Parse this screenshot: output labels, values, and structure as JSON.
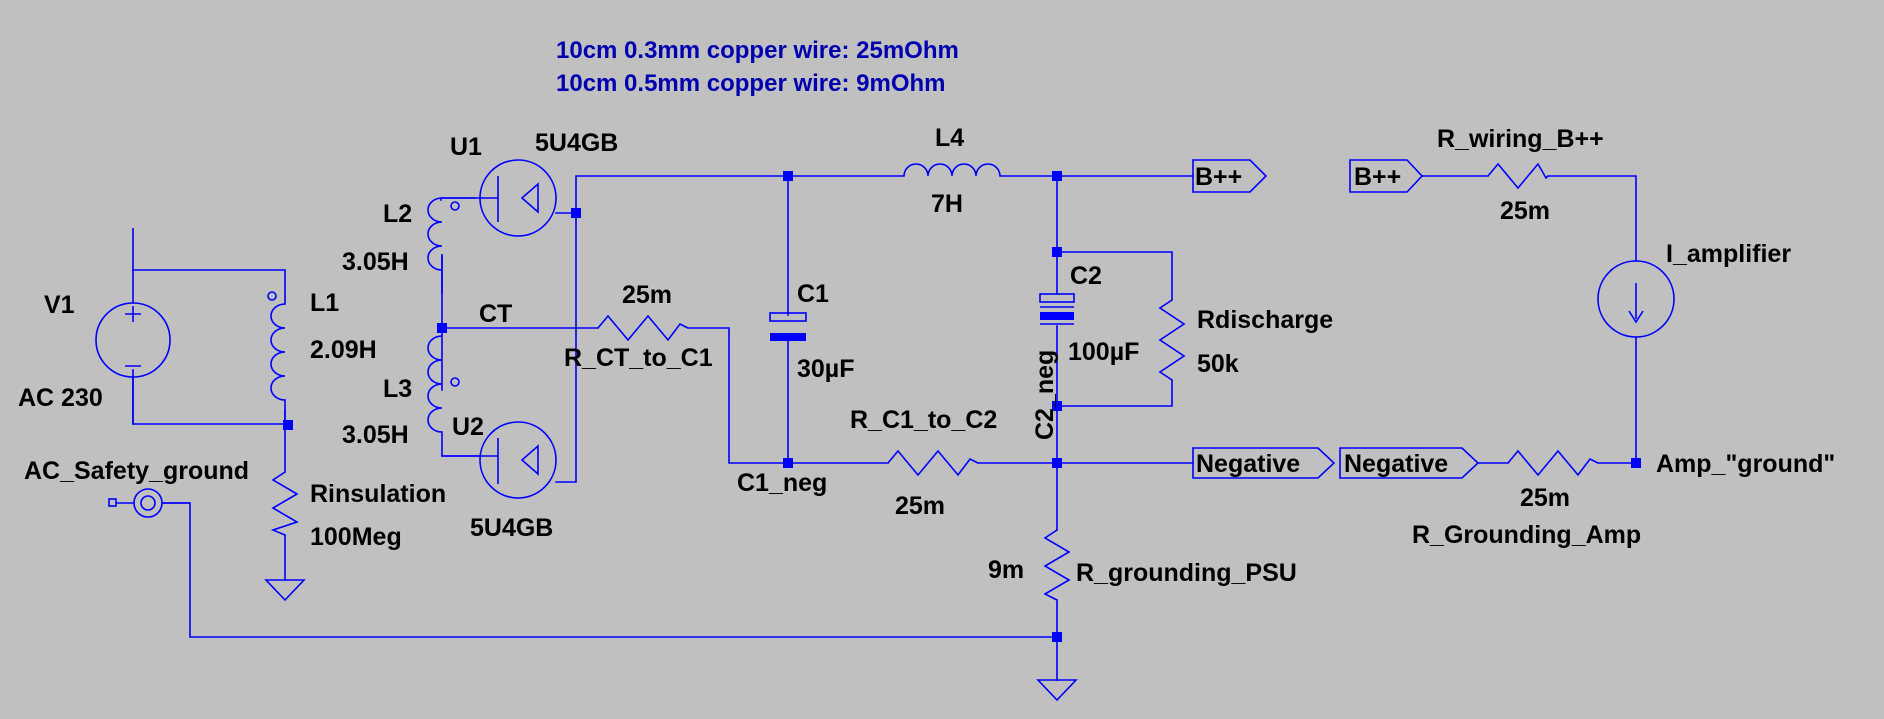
{
  "notes": {
    "line1": "10cm 0.3mm copper wire: 25mOhm",
    "line2": "10cm 0.5mm copper wire: 9mOhm"
  },
  "components": {
    "v1": {
      "name": "V1",
      "value": "AC 230"
    },
    "l1": {
      "name": "L1",
      "value": "2.09H"
    },
    "l2": {
      "name": "L2",
      "value": "3.05H"
    },
    "l3": {
      "name": "L3",
      "value": "3.05H"
    },
    "u1": {
      "name": "U1",
      "value": "5U4GB"
    },
    "u2": {
      "name": "U2",
      "value": "5U4GB"
    },
    "l4": {
      "name": "L4",
      "value": "7H"
    },
    "c1": {
      "name": "C1",
      "value": "30µF"
    },
    "c2": {
      "name": "C2",
      "value": "100µF"
    },
    "rdis": {
      "name": "Rdischarge",
      "value": "50k"
    },
    "rct": {
      "name": "R_CT_to_C1",
      "value": "25m"
    },
    "rc1c2": {
      "name": "R_C1_to_C2",
      "value": "25m"
    },
    "rins": {
      "name": "Rinsulation",
      "value": "100Meg"
    },
    "rgpsu": {
      "name": "R_grounding_PSU",
      "value": "9m"
    },
    "rwire": {
      "name": "R_wiring_B++",
      "value": "25m"
    },
    "rgamp": {
      "name": "R_Grounding_Amp",
      "value": "25m"
    },
    "iamp": {
      "name": "I_amplifier"
    }
  },
  "nets": {
    "ct": "CT",
    "c1_neg": "C1_neg",
    "c2_neg": "C2_neg",
    "safety_ground": "AC_Safety_ground",
    "amp_ground": "Amp_\"ground\""
  },
  "ports": {
    "bpp_out": "B++",
    "bpp_in": "B++",
    "neg_out": "Negative",
    "neg_in": "Negative"
  },
  "colors": {
    "wire": "#0000ff",
    "background": "#c0c0c0",
    "label": "#000000",
    "note": "#0000b0"
  }
}
